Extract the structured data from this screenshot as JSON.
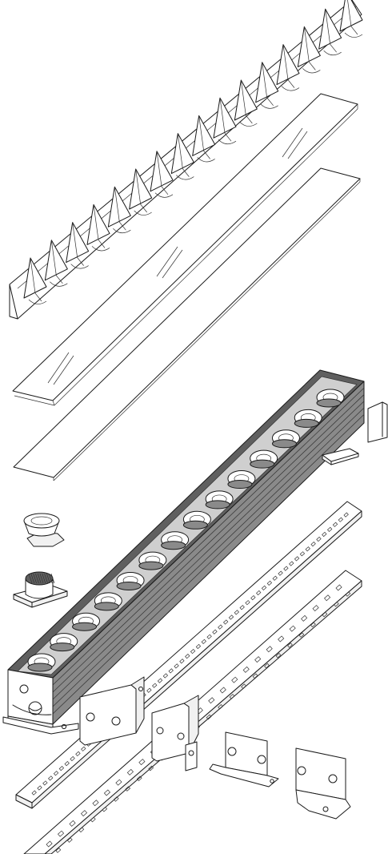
{
  "diagram": {
    "kind": "exploded-isometric-assembly",
    "palette": {
      "line": "#1a1a1a",
      "housing_dark": "#5f5f5f",
      "housing_mid": "#8a8a8a",
      "part_light": "#f1f1f1",
      "background": "#ffffff"
    },
    "counts": {
      "reflector_cells": 16,
      "housing_lenses": 14
    }
  }
}
